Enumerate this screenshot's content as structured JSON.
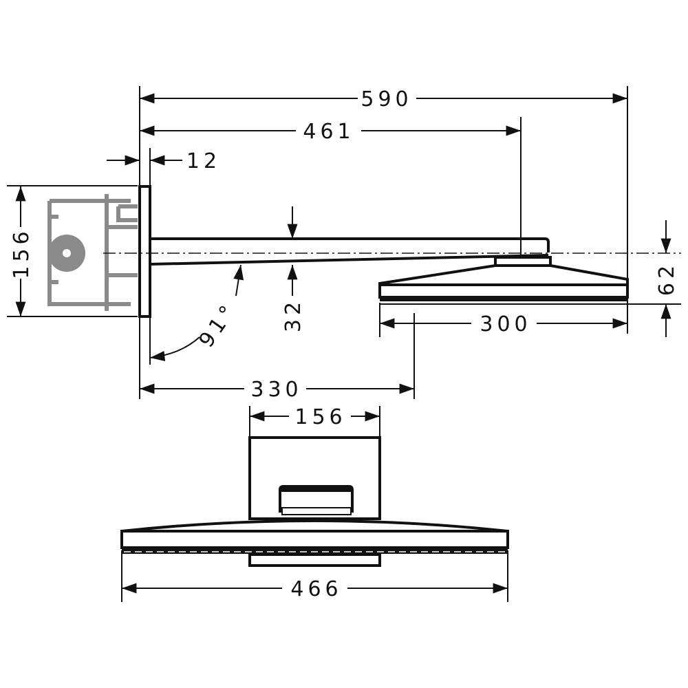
{
  "drawing": {
    "colors": {
      "line": "#111111",
      "box": "#8a8a8a",
      "background": "#ffffff"
    },
    "dimensions": {
      "overall_length": "590",
      "arm_length": "461",
      "plate_thickness": "12",
      "plate_height": "156",
      "arm_height": "32",
      "arm_angle": "91°",
      "head_side_depth": "300",
      "outlet_offset": "330",
      "head_height": "62",
      "connector_width": "156",
      "head_width": "466"
    }
  }
}
